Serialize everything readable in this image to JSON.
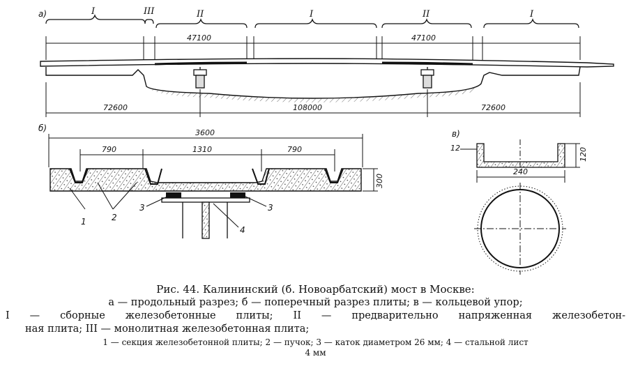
{
  "figure": {
    "part_labels": {
      "a": "а)",
      "b": "б)",
      "c": "в)"
    },
    "segment_labels": [
      "I",
      "III",
      "II",
      "I",
      "II",
      "I"
    ],
    "top_dims": [
      "47100",
      "47100"
    ],
    "span_dims": [
      "72600",
      "108000",
      "72600"
    ],
    "cross_section": {
      "total_width": "3600",
      "sub_dims": [
        "790",
        "1310",
        "790"
      ],
      "height": "300",
      "callouts": [
        "1",
        "2",
        "3",
        "3",
        "4"
      ]
    },
    "ring": {
      "thickness": "12",
      "height": "120",
      "diameter": "240"
    }
  },
  "caption": {
    "title": "Рис. 44. Калининский (б. Новоарбатский) мост в Москве:",
    "line1": "а — продольный разрез; б — поперечный разрез плиты; в — кольцевой упор;",
    "line2": "I — сборные железобетонные плиты; II — предварительно напряженная железобетон-",
    "line3": "ная плита; III — монолитная железобетонная плита;",
    "line4": "1 — секция железобетонной плиты; 2 — пучок; 3 — каток диаметром 26 мм; 4 — стальной лист",
    "line5": "4 мм"
  }
}
